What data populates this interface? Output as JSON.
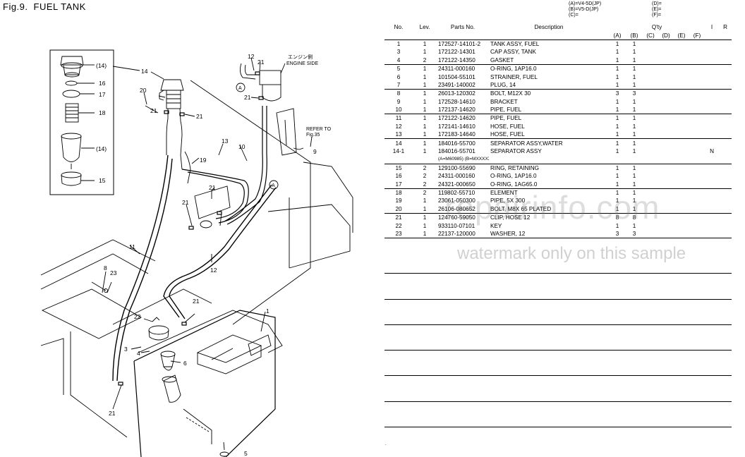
{
  "page": {
    "fig_label": "Fig.9.",
    "fig_title": "FUEL TANK"
  },
  "diagram": {
    "engine_side_jp": "エンジン側",
    "engine_side_en": "ENGINE SIDE",
    "refer_to": "REFER TO",
    "refer_fig": "Fig.35",
    "callout_a": "A",
    "inset_labels": [
      "(14)",
      "16",
      "17",
      "18",
      "(14)",
      "15"
    ],
    "labels": {
      "l1": "1",
      "l3": "3",
      "l4": "4",
      "l5": "5",
      "l6": "6",
      "l8": "8",
      "l9": "9",
      "l10": "10",
      "l11": "11",
      "l12a": "12",
      "l12b": "12",
      "l13": "13",
      "l14": "14",
      "l19": "19",
      "l20": "20",
      "l21a": "21",
      "l21b": "21",
      "l21c": "21",
      "l21d": "21",
      "l21e": "21",
      "l21f": "21",
      "l21g": "21",
      "l21h": "21",
      "l22": "22",
      "l23": "23"
    }
  },
  "legend": {
    "left": [
      "(A)=V4-5D(JP)",
      "(B)=V5-D(JP)",
      "(C)="
    ],
    "right": [
      "(D)=",
      "(E)=",
      "(F)="
    ]
  },
  "table": {
    "headers": {
      "no": "No.",
      "lev": "Lev.",
      "parts_no": "Parts No.",
      "description": "Description",
      "qty": "Q'ty",
      "i": "I",
      "r": "R",
      "cols": [
        "(A)",
        "(B)",
        "(C)",
        "(D)",
        "(E)",
        "(F)"
      ]
    },
    "rows": [
      {
        "no": "1",
        "lev": "1",
        "pn": "172527-14101-2",
        "desc": "TANK ASSY, FUEL",
        "a": "1",
        "b": "1",
        "i": "",
        "end": false
      },
      {
        "no": "3",
        "lev": "1",
        "pn": "172122-14301",
        "desc": "CAP ASSY, TANK",
        "a": "1",
        "b": "1",
        "i": "",
        "end": false
      },
      {
        "no": "4",
        "lev": "2",
        "pn": "172122-14350",
        "desc": "GASKET",
        "a": "1",
        "b": "1",
        "i": "",
        "end": true
      },
      {
        "no": "5",
        "lev": "1",
        "pn": "24311-000160",
        "desc": "O-RING, 1AP16.0",
        "a": "1",
        "b": "1",
        "i": "",
        "end": false
      },
      {
        "no": "6",
        "lev": "1",
        "pn": "101504-55101",
        "desc": "STRAINER, FUEL",
        "a": "1",
        "b": "1",
        "i": "",
        "end": false
      },
      {
        "no": "7",
        "lev": "1",
        "pn": "23491-140002",
        "desc": "PLUG, 14",
        "a": "1",
        "b": "1",
        "i": "",
        "end": true
      },
      {
        "no": "8",
        "lev": "1",
        "pn": "26013-120302",
        "desc": "BOLT, M12X 30",
        "a": "3",
        "b": "3",
        "i": "",
        "end": false
      },
      {
        "no": "9",
        "lev": "1",
        "pn": "172528-14610",
        "desc": "BRACKET",
        "a": "1",
        "b": "1",
        "i": "",
        "end": false
      },
      {
        "no": "10",
        "lev": "1",
        "pn": "172137-14620",
        "desc": "PIPE, FUEL",
        "a": "1",
        "b": "1",
        "i": "",
        "end": true
      },
      {
        "no": "11",
        "lev": "1",
        "pn": "172122-14620",
        "desc": "PIPE, FUEL",
        "a": "1",
        "b": "1",
        "i": "",
        "end": false
      },
      {
        "no": "12",
        "lev": "1",
        "pn": "172141-14610",
        "desc": "HOSE, FUEL",
        "a": "1",
        "b": "1",
        "i": "",
        "end": false
      },
      {
        "no": "13",
        "lev": "1",
        "pn": "172183-14640",
        "desc": "HOSE, FUEL",
        "a": "1",
        "b": "1",
        "i": "",
        "end": true
      },
      {
        "no": "14",
        "lev": "1",
        "pn": "184016-55700",
        "desc": "SEPARATOR ASSY,WATER",
        "a": "1",
        "b": "1",
        "i": "",
        "end": false
      },
      {
        "no": "14-1",
        "lev": "1",
        "pn": "184016-55701",
        "desc": "SEPARATOR ASSY",
        "a": "1",
        "b": "1",
        "i": "N",
        "end": false
      },
      {
        "no": "",
        "lev": "",
        "pn": "(A=M60985)  (B=MXXXXX)",
        "desc": "",
        "a": "",
        "b": "",
        "i": "",
        "end": true,
        "sub": true
      },
      {
        "no": "15",
        "lev": "2",
        "pn": "129100-55690",
        "desc": "RING, RETAINING",
        "a": "1",
        "b": "1",
        "i": "",
        "end": false
      },
      {
        "no": "16",
        "lev": "2",
        "pn": "24311-000160",
        "desc": "O-RING, 1AP16.0",
        "a": "1",
        "b": "1",
        "i": "",
        "end": false
      },
      {
        "no": "17",
        "lev": "2",
        "pn": "24321-000650",
        "desc": "O-RING, 1AG65.0",
        "a": "1",
        "b": "1",
        "i": "",
        "end": true
      },
      {
        "no": "18",
        "lev": "2",
        "pn": "119802-55710",
        "desc": "ELEMENT",
        "a": "1",
        "b": "1",
        "i": "",
        "end": false
      },
      {
        "no": "19",
        "lev": "1",
        "pn": "23061-050300",
        "desc": "PIPE, 5X 300",
        "a": "1",
        "b": "1",
        "i": "",
        "end": false
      },
      {
        "no": "20",
        "lev": "1",
        "pn": "26106-080652",
        "desc": "BOLT, M8X 65 PLATED",
        "a": "1",
        "b": "1",
        "i": "",
        "end": true
      },
      {
        "no": "21",
        "lev": "1",
        "pn": "124760-59050",
        "desc": "CLIP, HOSE 12",
        "a": "8",
        "b": "8",
        "i": "",
        "end": false
      },
      {
        "no": "22",
        "lev": "1",
        "pn": "933110-07101",
        "desc": "KEY",
        "a": "1",
        "b": "1",
        "i": "",
        "end": false
      },
      {
        "no": "23",
        "lev": "1",
        "pn": "22137-120000",
        "desc": "WASHER, 12",
        "a": "3",
        "b": "3",
        "i": "",
        "end": true
      }
    ]
  },
  "watermark": {
    "big": "repairinfo.com",
    "small": "watermark only on this sample"
  },
  "footer_mark": "."
}
